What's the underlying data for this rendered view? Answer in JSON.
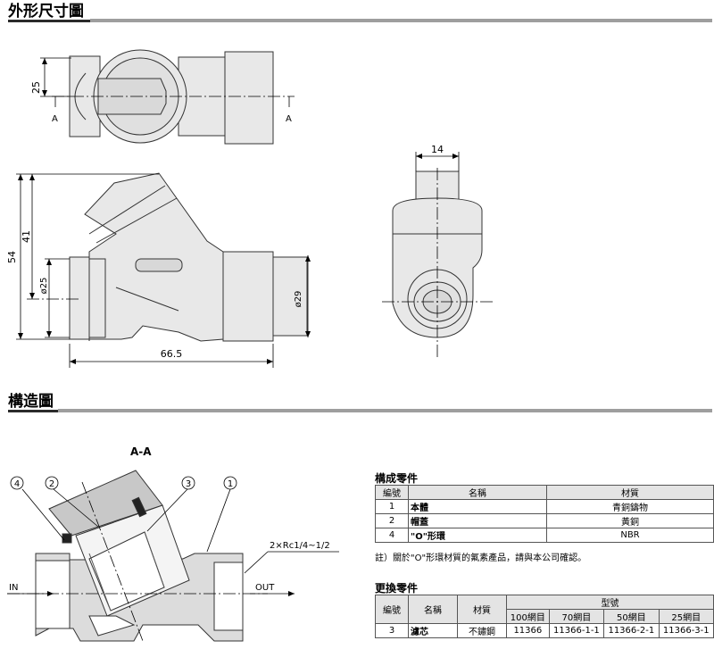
{
  "sections": {
    "outline_title": "外形尺寸圖",
    "structure_title": "構造圖"
  },
  "dims": {
    "d25": "25",
    "d14": "14",
    "d54": "54",
    "d41": "41",
    "dphi25": "ø25",
    "dphi29": "ø29",
    "d665": "66.5",
    "section_a": "A",
    "section_view": "A-A"
  },
  "structure": {
    "in_label": "IN",
    "out_label": "OUT",
    "port_label": "2×Rc1/4~1/2",
    "callouts": [
      "4",
      "2",
      "3",
      "1"
    ]
  },
  "components": {
    "title": "構成零件",
    "headers": [
      "編號",
      "名稱",
      "材質"
    ],
    "rows": [
      {
        "no": "1",
        "name": "本體",
        "material": "青銅鑄物"
      },
      {
        "no": "2",
        "name": "帽蓋",
        "material": "黃銅"
      },
      {
        "no": "4",
        "name": "\"O\"形環",
        "material": "NBR"
      }
    ],
    "note": "註）關於\"O\"形環材質的氟素產品，請與本公司確認。"
  },
  "replacement": {
    "title": "更換零件",
    "headers": [
      "編號",
      "名稱",
      "材質",
      "型號"
    ],
    "sub_headers": [
      "100網目",
      "70網目",
      "50網目",
      "25網目"
    ],
    "rows": [
      {
        "no": "3",
        "name": "濾芯",
        "material": "不鏽鋼",
        "models": [
          "11366",
          "11366-1-1",
          "11366-2-1",
          "11366-3-1"
        ]
      }
    ]
  }
}
